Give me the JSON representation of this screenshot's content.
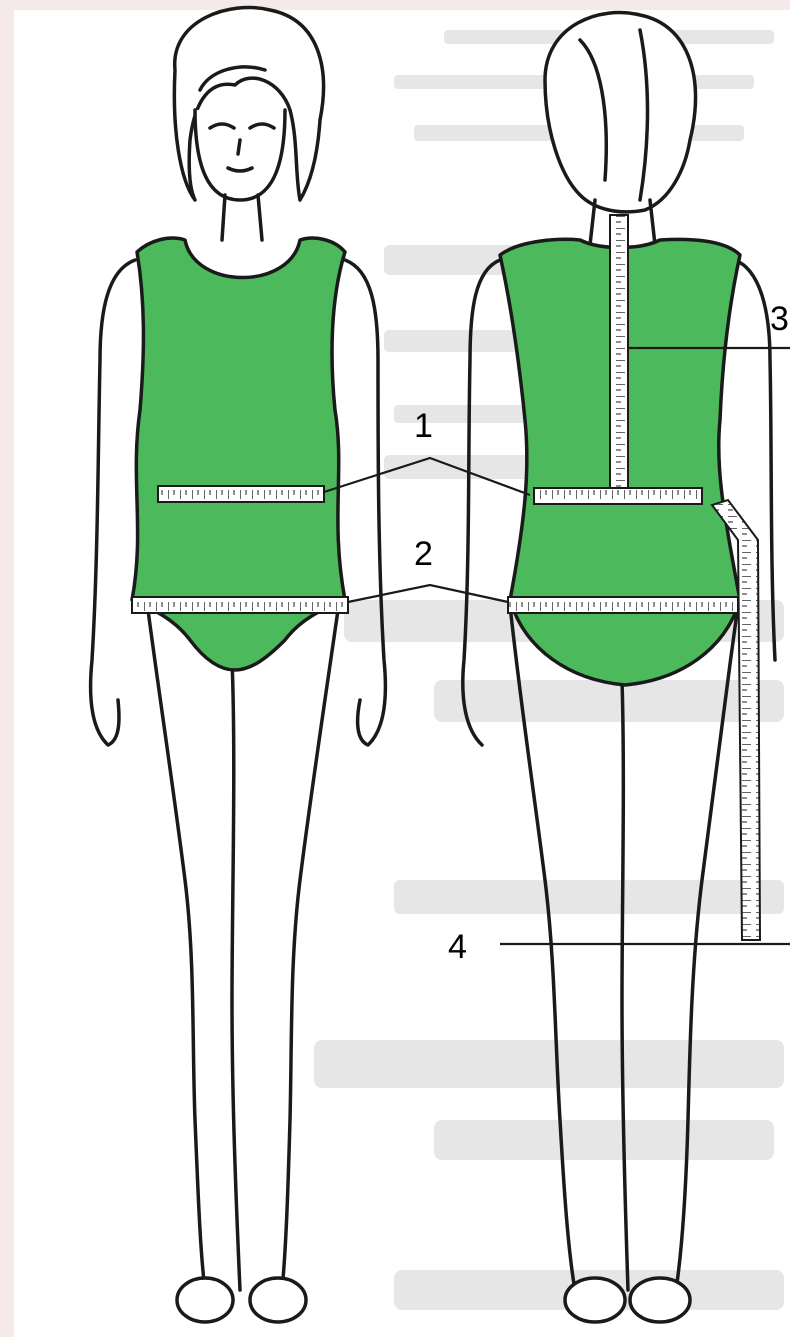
{
  "labels": {
    "one": "1",
    "two": "2",
    "three": "3",
    "four": "4"
  },
  "colors": {
    "garment": "#4cba5c",
    "outline": "#1a1a1a",
    "page_bg": "#f6e9ea"
  },
  "icons": [
    "front-figure",
    "back-figure",
    "measuring-tape"
  ]
}
